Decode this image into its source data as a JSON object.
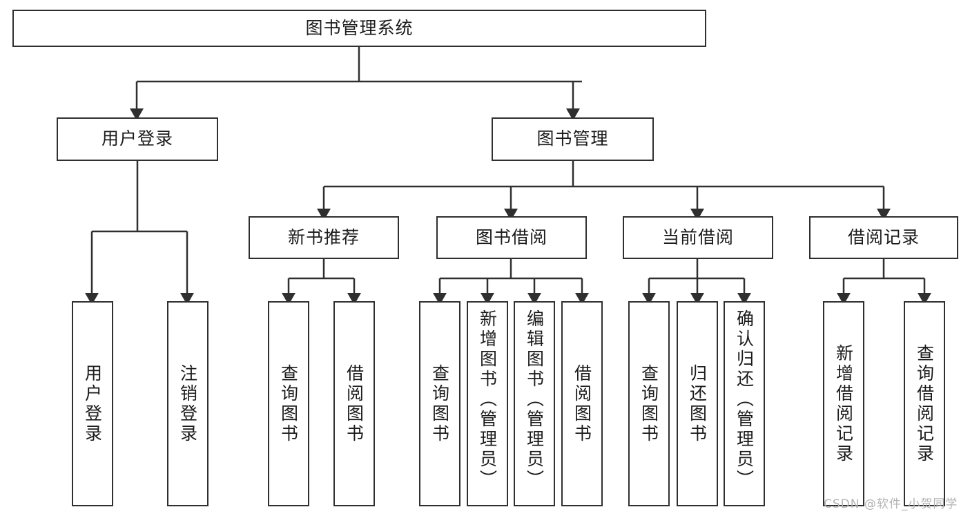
{
  "diagram": {
    "title": "图书管理系统",
    "type": "tree-hierarchy-diagram",
    "colors": {
      "box_border": "#2f2f2f",
      "box_fill": "#ffffff",
      "line": "#2f2f2f",
      "text": "#1b1b1b",
      "watermark": "#b3b3b3"
    }
  },
  "root": {
    "label": "图书管理系统"
  },
  "level2": [
    {
      "label": "用户登录"
    },
    {
      "label": "图书管理"
    }
  ],
  "level3": [
    {
      "label": "新书推荐"
    },
    {
      "label": "图书借阅"
    },
    {
      "label": "当前借阅"
    },
    {
      "label": "借阅记录"
    }
  ],
  "leaves": {
    "user_login": [
      {
        "label": "用户登录"
      },
      {
        "label": "注销登录"
      }
    ],
    "new_book_recommend": [
      {
        "label": "查询图书"
      },
      {
        "label": "借阅图书"
      }
    ],
    "book_borrow": [
      {
        "label": "查询图书"
      },
      {
        "label": "新增图书（管理员）"
      },
      {
        "label": "编辑图书（管理员）"
      },
      {
        "label": "借阅图书"
      }
    ],
    "current_borrow": [
      {
        "label": "查询图书"
      },
      {
        "label": "归还图书"
      },
      {
        "label": "确认归还（管理员）"
      }
    ],
    "borrow_record": [
      {
        "label": "新增借阅记录"
      },
      {
        "label": "查询借阅记录"
      }
    ]
  },
  "watermark": {
    "text": "CSDN @软件_小贺同学"
  }
}
